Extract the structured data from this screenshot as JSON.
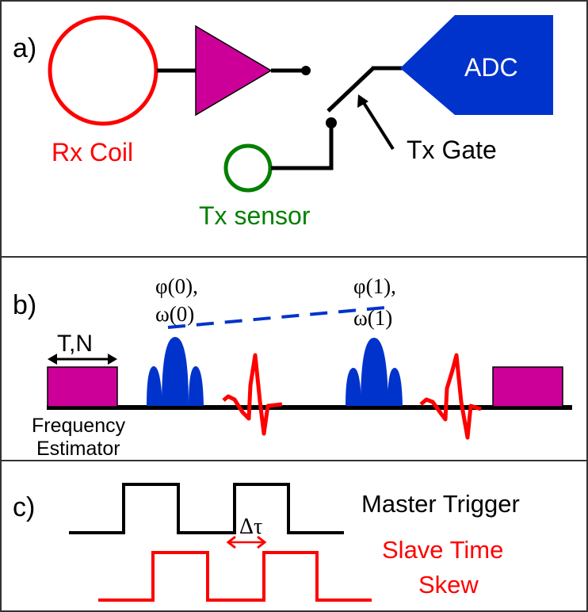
{
  "colors": {
    "frame": "#333333",
    "wire": "#000000",
    "rx_coil": "#ff0000",
    "amplifier": "#cc0099",
    "adc": "#0033cc",
    "tx_sensor": "#008000",
    "pulse": "#0033cc",
    "echo": "#ff0000",
    "estimator": "#cc0099",
    "master": "#000000",
    "slave": "#ff0000"
  },
  "panel_a": {
    "label": "a)",
    "rx_coil_label": "Rx Coil",
    "adc_label": "ADC",
    "tx_gate_label": "Tx Gate",
    "tx_sensor_label": "Tx sensor"
  },
  "panel_b": {
    "label": "b)",
    "tn_label": "T,N",
    "estimator_label_line1": "Frequency",
    "estimator_label_line2": "Estimator",
    "phase0_line1": "φ(0),",
    "phase0_line2": "ω(0)",
    "phase1_line1": "φ(1),",
    "phase1_line2": "ω(1)"
  },
  "panel_c": {
    "label": "c)",
    "master_label": "Master Trigger",
    "slave_label_line1": "Slave Time",
    "slave_label_line2": "Skew",
    "skew_label": "Δτ"
  }
}
